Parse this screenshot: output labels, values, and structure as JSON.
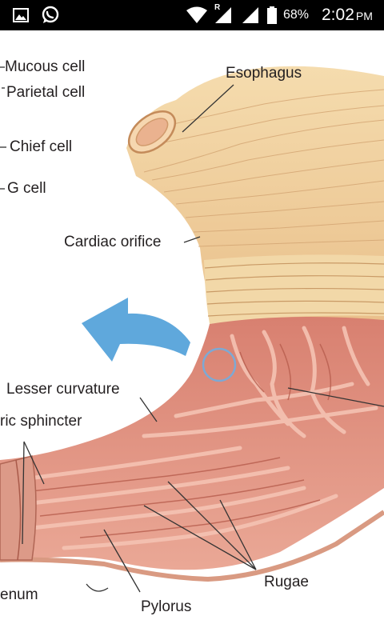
{
  "status_bar": {
    "icons": [
      "gallery-icon",
      "whatsapp-icon",
      "wifi-icon",
      "signal-roaming-icon",
      "signal-icon",
      "battery-icon"
    ],
    "network_badge": "R",
    "battery_percent": "68%",
    "time": "2:02",
    "ampm": "PM"
  },
  "diagram": {
    "labels": {
      "mucous_cell": "Mucous cell",
      "parietal_cell": "Parietal cell",
      "chief_cell": "Chief cell",
      "g_cell": "G cell",
      "esophagus": "Esophagus",
      "cardiac_orifice": "Cardiac orifice",
      "lesser_curvature": "Lesser curvature",
      "pyloric_sphincter": "ric sphincter",
      "duodenum": "enum",
      "pylorus": "Pylorus",
      "rugae": "Rugae"
    },
    "colors": {
      "esophagus_outer": "#f0cd98",
      "muscle_band": "#f2d8a8",
      "mucosa": "#e79e8c",
      "mucosa_dark": "#c9705e",
      "rugae_light": "#f7cabc",
      "arrow": "#5fa8dc",
      "leader_line": "#333333"
    }
  }
}
